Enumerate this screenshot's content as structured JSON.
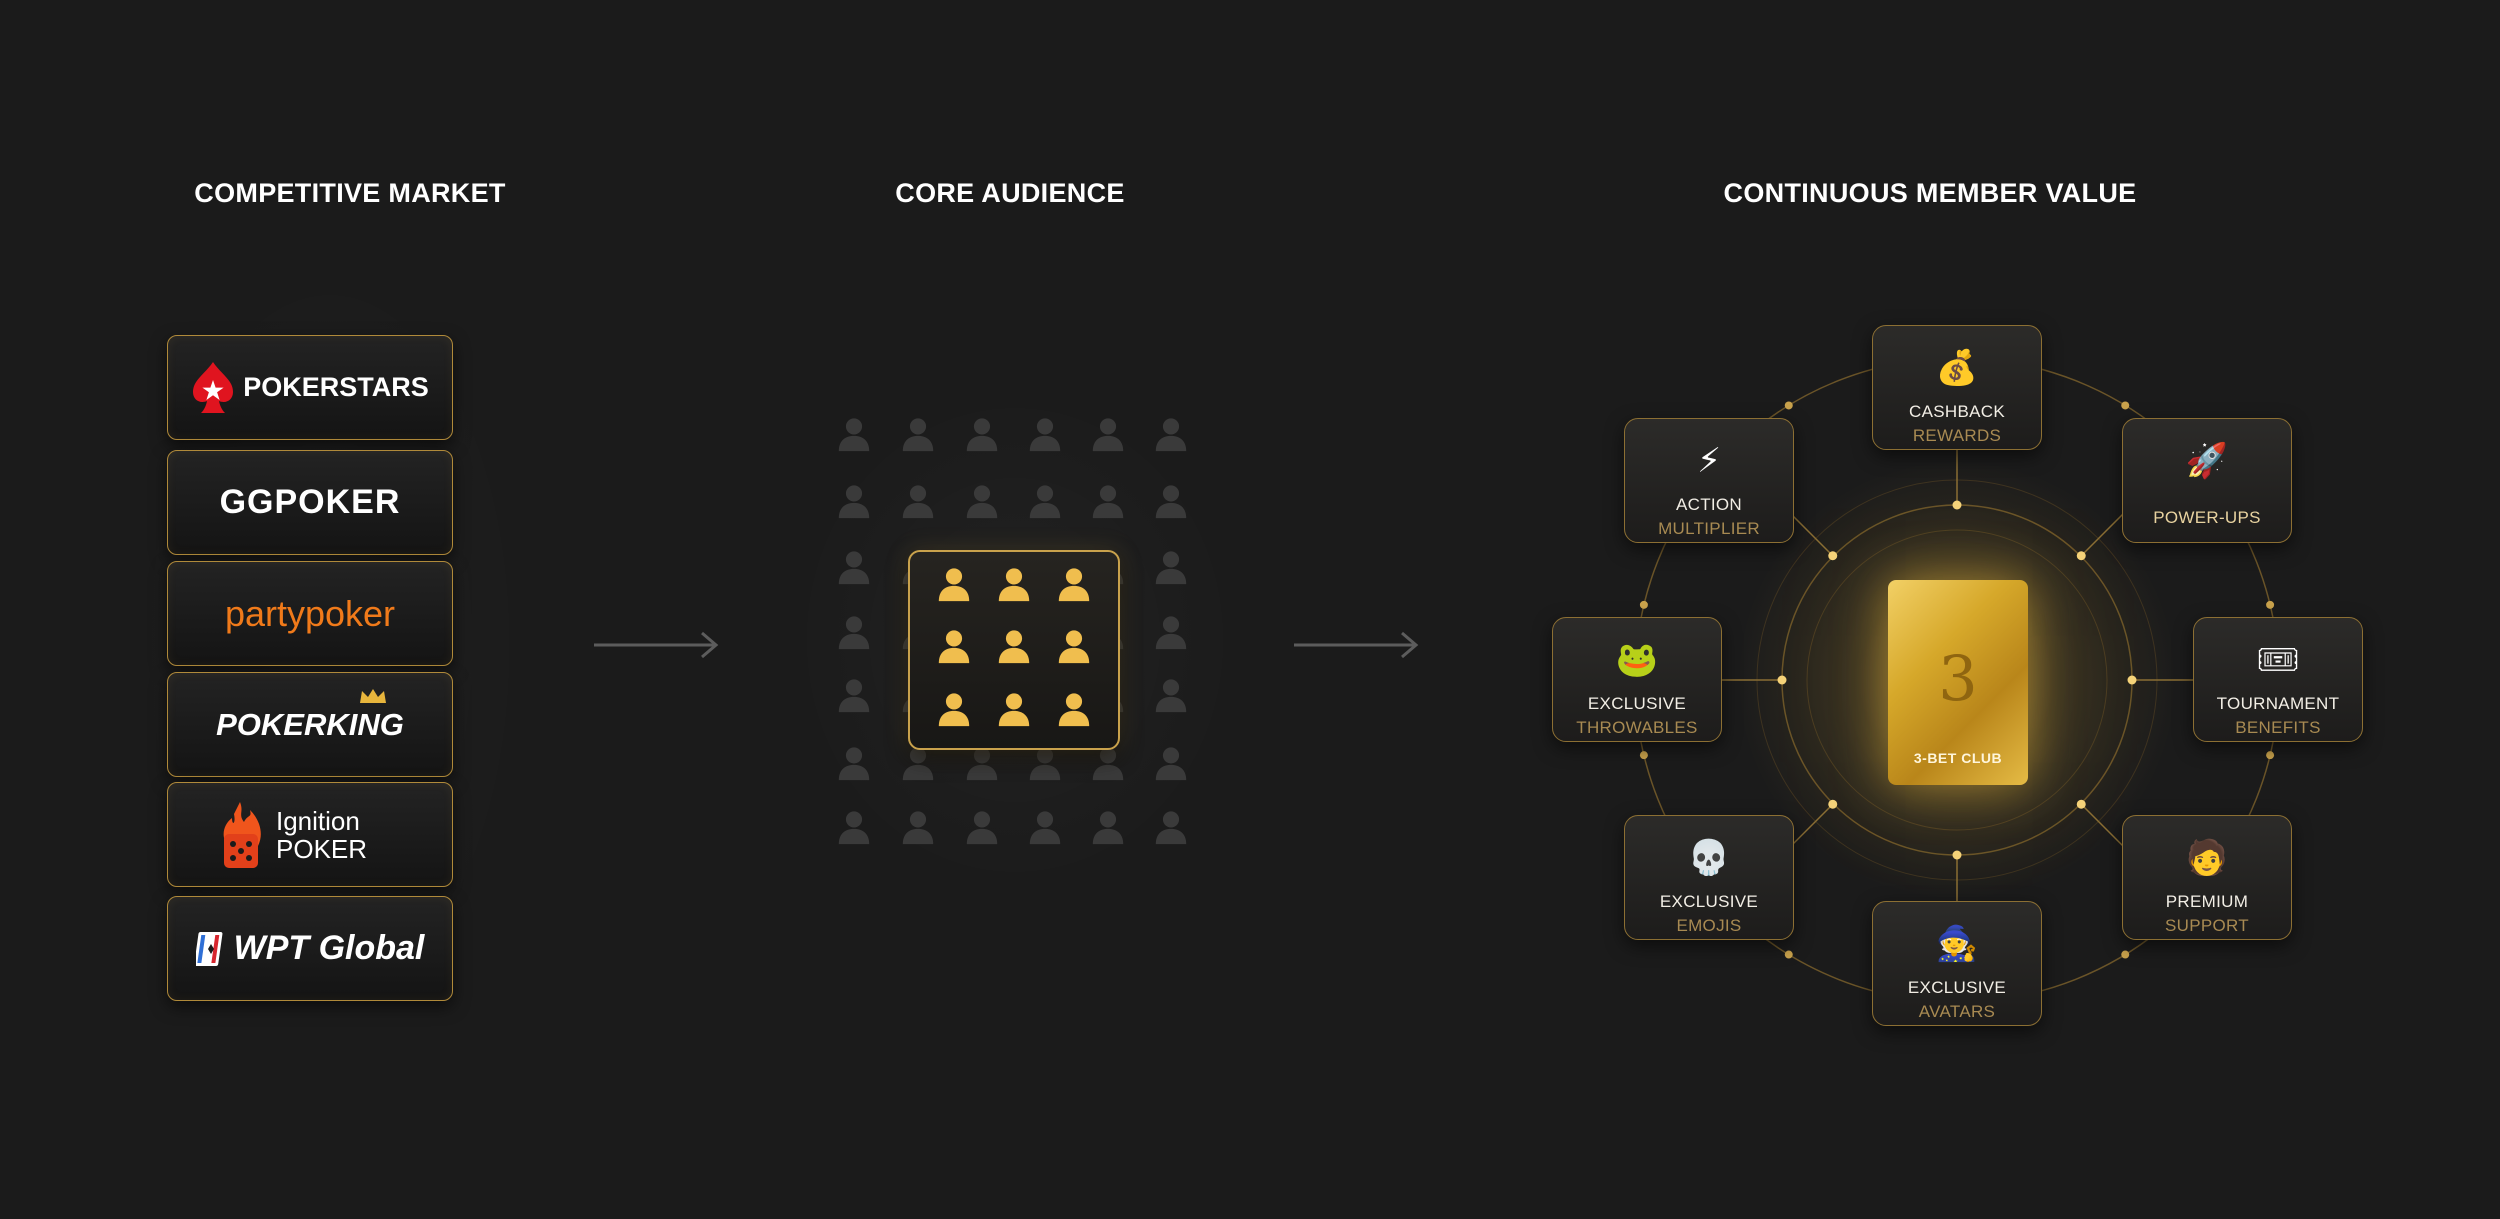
{
  "titles": {
    "market": "COMPETITIVE MARKET",
    "audience": "CORE AUDIENCE",
    "value": "CONTINUOUS MEMBER VALUE"
  },
  "brands": [
    {
      "name": "POKERSTARS"
    },
    {
      "name": "GGPOKER"
    },
    {
      "name": "partypoker"
    },
    {
      "name": "POKERKING"
    },
    {
      "name": "Ignition POKER"
    },
    {
      "name": "WPT Global"
    }
  ],
  "card": {
    "glyph": "3",
    "label": "3-BET CLUB"
  },
  "benefits": {
    "cashback": {
      "line1": "CASHBACK",
      "line2": "REWARDS",
      "icon": "money-bag-icon"
    },
    "powerups": {
      "line1": "POWER-UPS",
      "icon": "rocket-icon"
    },
    "tournament": {
      "line1": "TOURNAMENT",
      "line2": "BENEFITS",
      "icon": "ticket-icon"
    },
    "premium": {
      "line1": "PREMIUM",
      "line2": "SUPPORT",
      "icon": "support-agent-icon"
    },
    "avatars": {
      "line1": "EXCLUSIVE",
      "line2": "AVATARS",
      "icon": "avatar-icon"
    },
    "emojis": {
      "line1": "EXCLUSIVE",
      "line2": "EMOJIS",
      "icon": "emoji-icon"
    },
    "throwables": {
      "line1": "EXCLUSIVE",
      "line2": "THROWABLES",
      "icon": "frog-icon"
    },
    "action": {
      "line1": "ACTION",
      "line2": "MULTIPLIER",
      "icon": "lightning-icon"
    }
  },
  "colors": {
    "accent_gold": "#d4aa50",
    "background": "#1b1b1b",
    "muted_person": "#3a3a3a"
  }
}
